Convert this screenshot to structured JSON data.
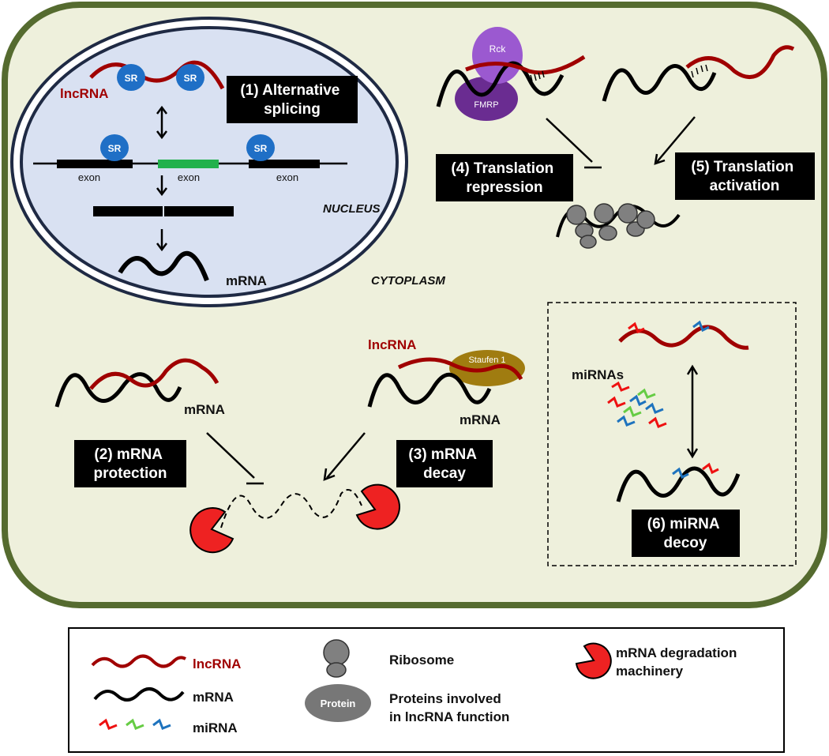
{
  "processes": {
    "alt_splicing": "(1) Alternative splicing",
    "protection": "(2) mRNA protection",
    "decay": "(3) mRNA decay",
    "repression": "(4) Translation repression",
    "activation": "(5) Translation activation",
    "decoy": "(6) miRNA decoy"
  },
  "compartments": {
    "nucleus": "NUCLEUS",
    "cytoplasm": "CYTOPLASM"
  },
  "labels": {
    "lncrna": "lncRNA",
    "mrna": "mRNA",
    "sr": "SR",
    "exon": "exon",
    "rck": "Rck",
    "fmrp": "FMRP",
    "staufen": "Staufen 1",
    "mirnas": "miRNAs"
  },
  "legend": {
    "lncrna": "lncRNA",
    "mrna": "mRNA",
    "mirna": "miRNA",
    "ribosome": "Ribosome",
    "protein_shape": "Protein",
    "protein_desc_1": "Proteins involved",
    "protein_desc_2": "in lncRNA function",
    "degradation_1": "mRNA degradation",
    "degradation_2": "machinery"
  },
  "colors": {
    "cell_fill": "#eef0dc",
    "cell_border": "#556b2f",
    "nucleus_fill": "#d9e1f2",
    "lncrna": "#a00000",
    "mrna": "#000000",
    "sr": "#1f6fc6",
    "exon_alt": "#22b14c",
    "rck": "#9b59d0",
    "fmrp": "#6a2c91",
    "staufen": "#a07c10",
    "ribosome": "#808080",
    "pacman": "#ee2222",
    "mirna_red": "#ee1111",
    "mirna_green": "#66cc44",
    "mirna_blue": "#1e73be"
  }
}
